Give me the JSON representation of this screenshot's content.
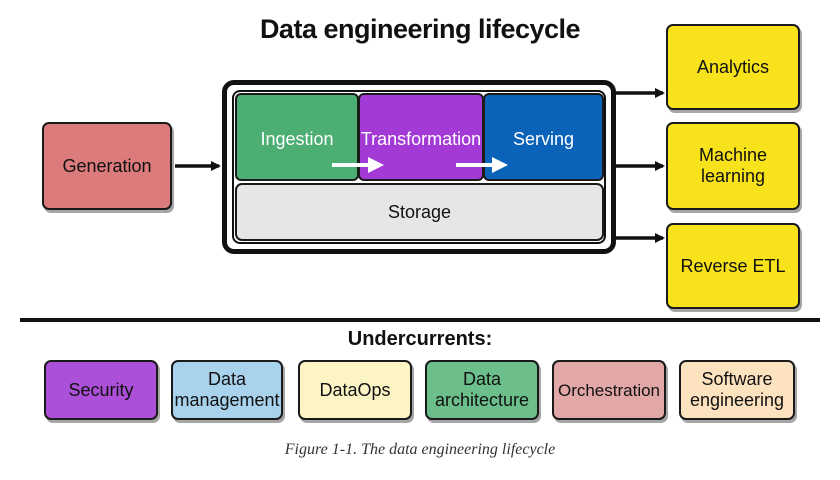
{
  "title": "Data engineering lifecycle",
  "source": {
    "label": "Generation",
    "color": "#dc7b7b"
  },
  "stages": [
    {
      "label": "Ingestion",
      "color": "#4cae72"
    },
    {
      "label": "Transformation",
      "color": "#a43ad6"
    },
    {
      "label": "Serving",
      "color": "#0a63b9"
    }
  ],
  "storage": {
    "label": "Storage",
    "color": "#e6e6e6"
  },
  "outputs": [
    {
      "label": "Analytics",
      "color": "#f7e21c"
    },
    {
      "label": "Machine learning",
      "color": "#f7e21c"
    },
    {
      "label": "Reverse ETL",
      "color": "#f7e21c"
    }
  ],
  "undercurrents_title": "Undercurrents:",
  "undercurrents": [
    {
      "label": "Security",
      "color": "#ac4fd9"
    },
    {
      "label": "Data management",
      "color": "#a9d2ec"
    },
    {
      "label": "DataOps",
      "color": "#fdf4c5"
    },
    {
      "label": "Data architecture",
      "color": "#6cbf8a"
    },
    {
      "label": "Orchestration",
      "color": "#e2a7a7"
    },
    {
      "label": "Software engineering",
      "color": "#fde2bf"
    }
  ],
  "caption": "Figure 1-1. The data engineering lifecycle"
}
